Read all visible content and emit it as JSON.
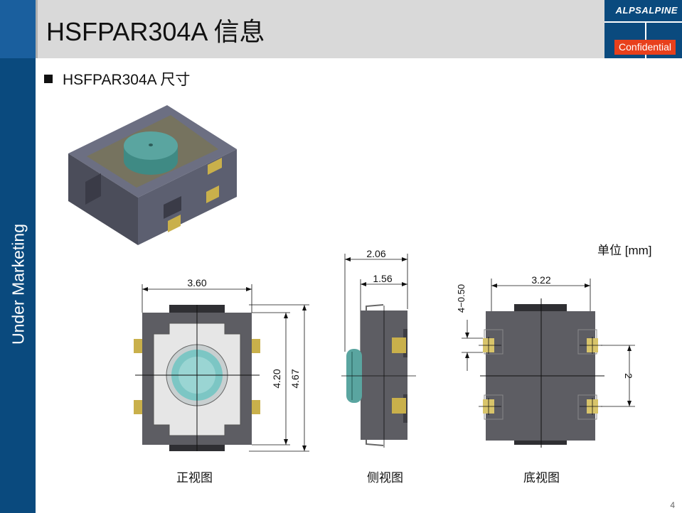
{
  "header": {
    "title": "HSFPAR304A 信息",
    "logo": "ALPSALPINE",
    "badge": "Confidential"
  },
  "sidebar": {
    "label": "Under Marketing"
  },
  "section": {
    "heading": "HSFPAR304A 尺寸"
  },
  "unit_label": "单位 [mm]",
  "front_view": {
    "width": "3.60",
    "height_inner": "4.20",
    "height_outer": "4.67",
    "caption": "正视图"
  },
  "side_view": {
    "width_outer": "2.06",
    "width_inner": "1.56",
    "caption": "侧视图"
  },
  "bottom_view": {
    "width": "3.22",
    "pad_offset": "4−0.50",
    "pitch": "2",
    "caption": "底视图"
  },
  "page_number": "4",
  "colors": {
    "brand_blue": "#0a4a7e",
    "badge_red": "#e8401c",
    "title_bg": "#d9d9d9"
  }
}
